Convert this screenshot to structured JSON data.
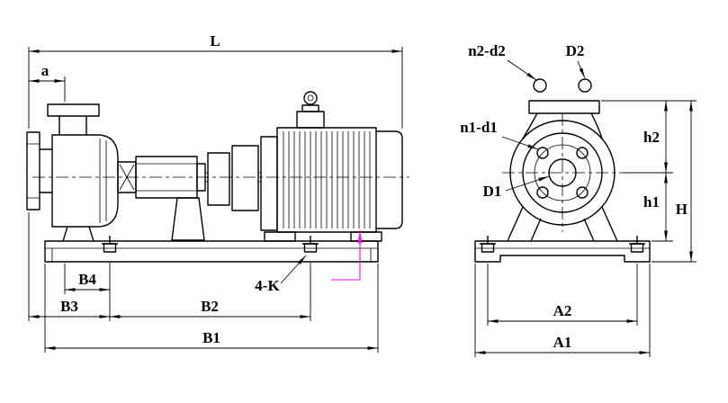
{
  "colors": {
    "line": "#000000",
    "highlight": "#ff00ff",
    "background": "#ffffff"
  },
  "side_view": {
    "dims": {
      "L": "L",
      "a": "a",
      "B1": "B1",
      "B2": "B2",
      "B3": "B3",
      "B4": "B4"
    },
    "callouts": {
      "anchor_bolt_holes": "4-K"
    }
  },
  "end_view": {
    "dims": {
      "h1": "h1",
      "h2": "h2",
      "H": "H",
      "A1": "A1",
      "A2": "A2"
    },
    "callouts": {
      "discharge_bolt_holes": "n2-d2",
      "discharge_diameter": "D2",
      "suction_bolt_holes": "n1-d1",
      "suction_diameter": "D1"
    }
  }
}
